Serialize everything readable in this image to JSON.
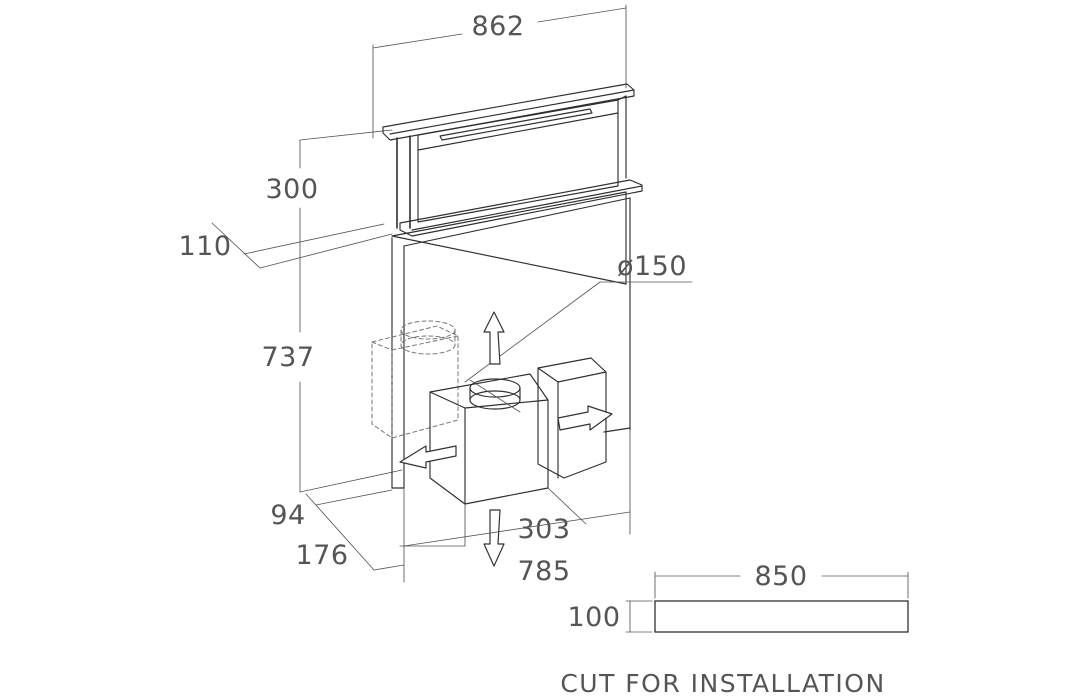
{
  "diagram": {
    "dimensions": {
      "width_top": "862",
      "height_upper": "300",
      "depth_top": "110",
      "height_total": "737",
      "duct_diameter": "ø150",
      "motor_depth": "303",
      "base_offset": "94",
      "base_depth": "176",
      "width_bottom": "785"
    },
    "cutout": {
      "width": "850",
      "depth": "100",
      "caption": "CUT FOR INSTALLATION"
    }
  }
}
